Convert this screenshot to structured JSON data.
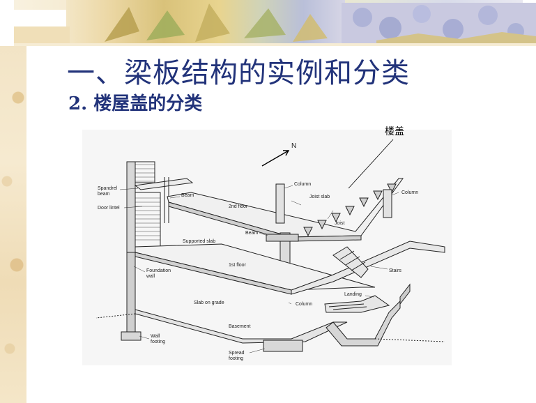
{
  "title": "一、梁板结构的实例和分类",
  "subtitle": "2. 楼屋盖的分类",
  "callout": "楼盖",
  "diagram": {
    "north": "N",
    "labels": {
      "spandrel_beam_1": "Spandrel",
      "spandrel_beam_2": "beam",
      "door_lintel": "Door lintel",
      "beam_top": "Beam",
      "second_floor": "2nd floor",
      "column_top": "Column",
      "joist_slab": "Joist slab",
      "column_right": "Column",
      "joist": "Joist",
      "beam_mid": "Beam",
      "supported_slab": "Supported slab",
      "first_floor": "1st floor",
      "foundation_wall_1": "Foundation",
      "foundation_wall_2": "wall",
      "stairs": "Stairs",
      "landing": "Landing",
      "slab_on_grade": "Slab on grade",
      "column_bottom": "Column",
      "basement": "Basement",
      "wall_footing_1": "Wall",
      "wall_footing_2": "footing",
      "spread_footing_1": "Spread",
      "spread_footing_2": "footing"
    }
  }
}
